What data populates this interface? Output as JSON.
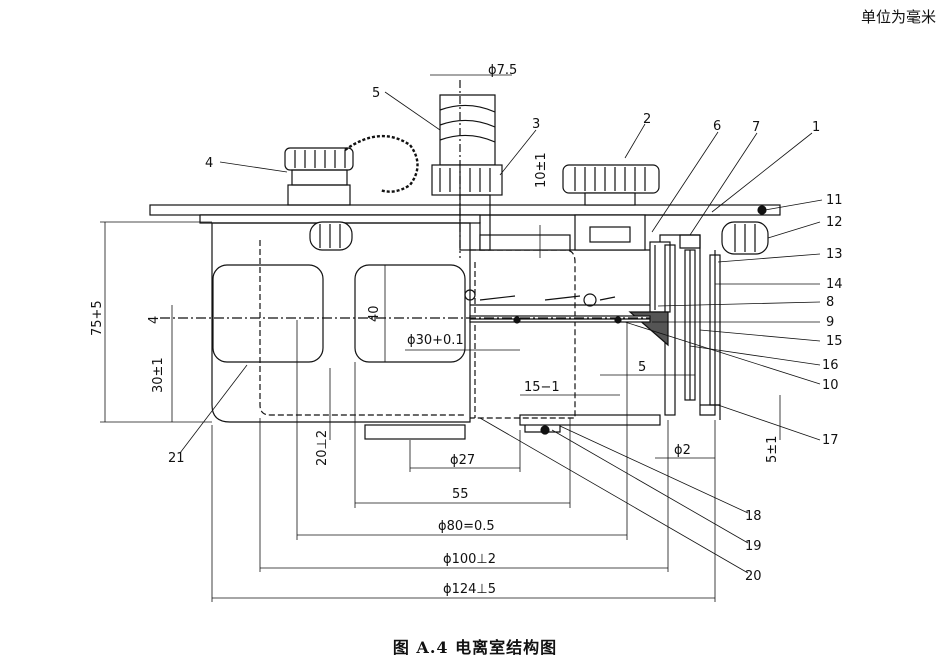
{
  "unit_note": "单位为毫米",
  "caption": "图 A.4    电离室结构图",
  "dimensions": {
    "d_7_5": "ϕ7.5",
    "h_10": "10±1",
    "h_75": "75+5",
    "h_4": "4",
    "h_30": "30±1",
    "h_40": "40",
    "h_20": "20⊥2",
    "d_30": "ϕ30+0.1",
    "w_15": "15−1",
    "w_5": "5",
    "d_2": "ϕ2",
    "h_5": "5±1",
    "d_27": "ϕ27",
    "w_55": "55",
    "d_80": "ϕ80=0.5",
    "d_100": "ϕ100⊥2",
    "d_124": "ϕ124⊥5"
  },
  "callouts": [
    "1",
    "2",
    "3",
    "4",
    "5",
    "6",
    "7",
    "8",
    "9",
    "10",
    "11",
    "12",
    "13",
    "14",
    "15",
    "16",
    "17",
    "18",
    "19",
    "20",
    "21"
  ]
}
